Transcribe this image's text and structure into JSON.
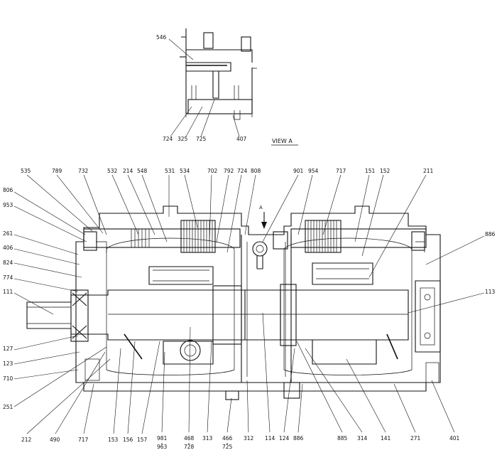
{
  "view_label": "VIEW  A",
  "arrow_label": "A",
  "callouts": {
    "top": [
      "535",
      "789",
      "732",
      "532",
      "214",
      "548",
      "531",
      "534",
      "702",
      "792",
      "724",
      "808",
      "901",
      "954",
      "717",
      "151",
      "152",
      "211"
    ],
    "left": [
      "806",
      "953",
      "261",
      "406",
      "824",
      "774",
      "111",
      "127",
      "123",
      "710",
      "251"
    ],
    "right": [
      "886",
      "113"
    ],
    "bottom": [
      "212",
      "490",
      "717",
      "153",
      "156",
      "157",
      "981",
      "963",
      "468",
      "728",
      "313",
      "466",
      "725",
      "312",
      "114",
      "124",
      "886",
      "885",
      "314",
      "141",
      "271",
      "401"
    ],
    "inset": [
      "546",
      "724",
      "325",
      "725",
      "407"
    ]
  }
}
